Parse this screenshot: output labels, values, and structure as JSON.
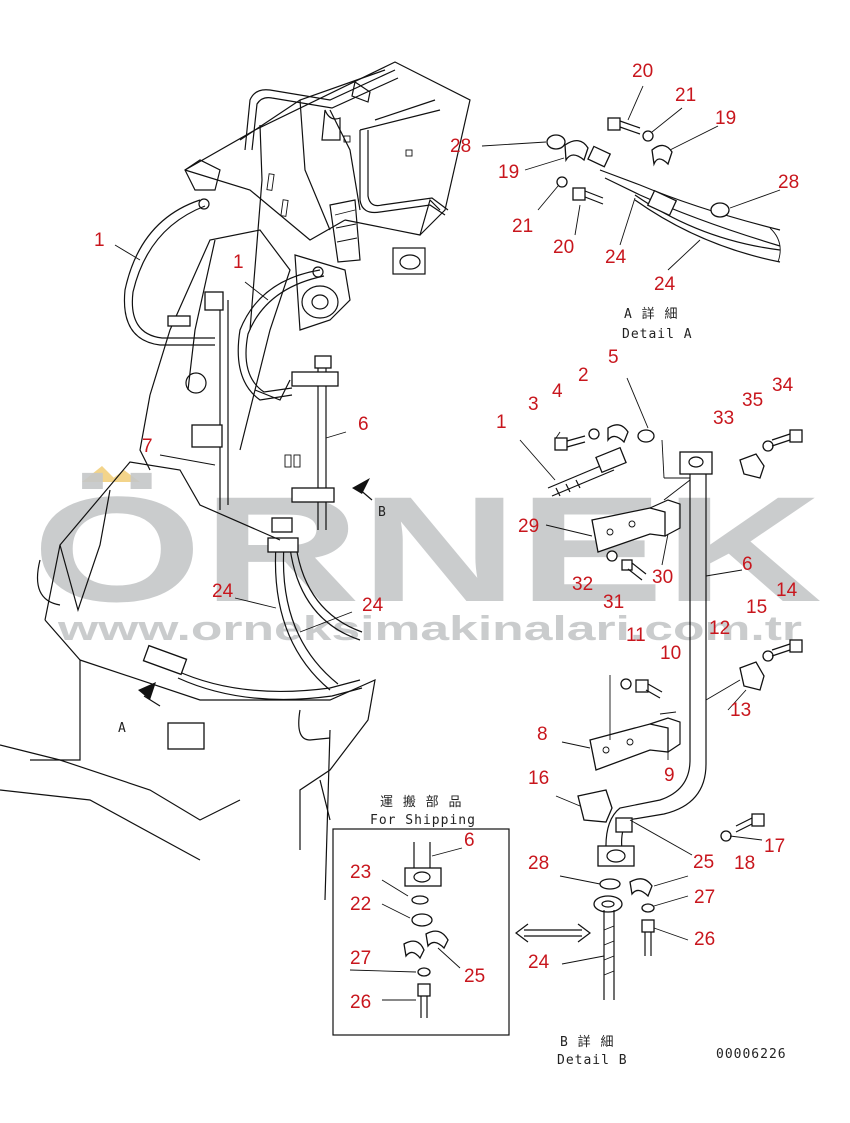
{
  "watermark": {
    "brand": "ÖRNEK",
    "url": "www.orneksimakinalari.com.tr",
    "color": "#c4c6c8",
    "accent_color": "#f3d48a"
  },
  "label_color": "#c8161d",
  "captions": {
    "detail_a_jp": "A 詳 細",
    "detail_a_en": "Detail A",
    "detail_b_jp": "B 詳 細",
    "detail_b_en": "Detail B",
    "shipping_jp": "運 搬 部 品",
    "shipping_en": "For Shipping",
    "view_a": "A",
    "view_b": "B",
    "drawing_no": "00006226"
  },
  "labels": {
    "main_1a": "1",
    "main_1b": "1",
    "main_7": "7",
    "main_6": "6",
    "main_24a": "24",
    "main_24b": "24",
    "a_20a": "20",
    "a_21a": "21",
    "a_19a": "19",
    "a_28a": "28",
    "a_19b": "19",
    "a_28b": "28",
    "a_21b": "21",
    "a_20b": "20",
    "a_24a": "24",
    "a_24b": "24",
    "b_5": "5",
    "b_4": "4",
    "b_2": "2",
    "b_3": "3",
    "b_1": "1",
    "b_35": "35",
    "b_34": "34",
    "b_33": "33",
    "b_6": "6",
    "b_29": "29",
    "b_30": "30",
    "b_32": "32",
    "b_31": "31",
    "b_14": "14",
    "b_15": "15",
    "b_12": "12",
    "b_11": "11",
    "b_10": "10",
    "b_13": "13",
    "b_8": "8",
    "b_9": "9",
    "b_16": "16",
    "b_17": "17",
    "b_18": "18",
    "b_25": "25",
    "b_28": "28",
    "b_27": "27",
    "b_26": "26",
    "b_24": "24",
    "s_6": "6",
    "s_23": "23",
    "s_22": "22",
    "s_27": "27",
    "s_25": "25",
    "s_26": "26"
  }
}
